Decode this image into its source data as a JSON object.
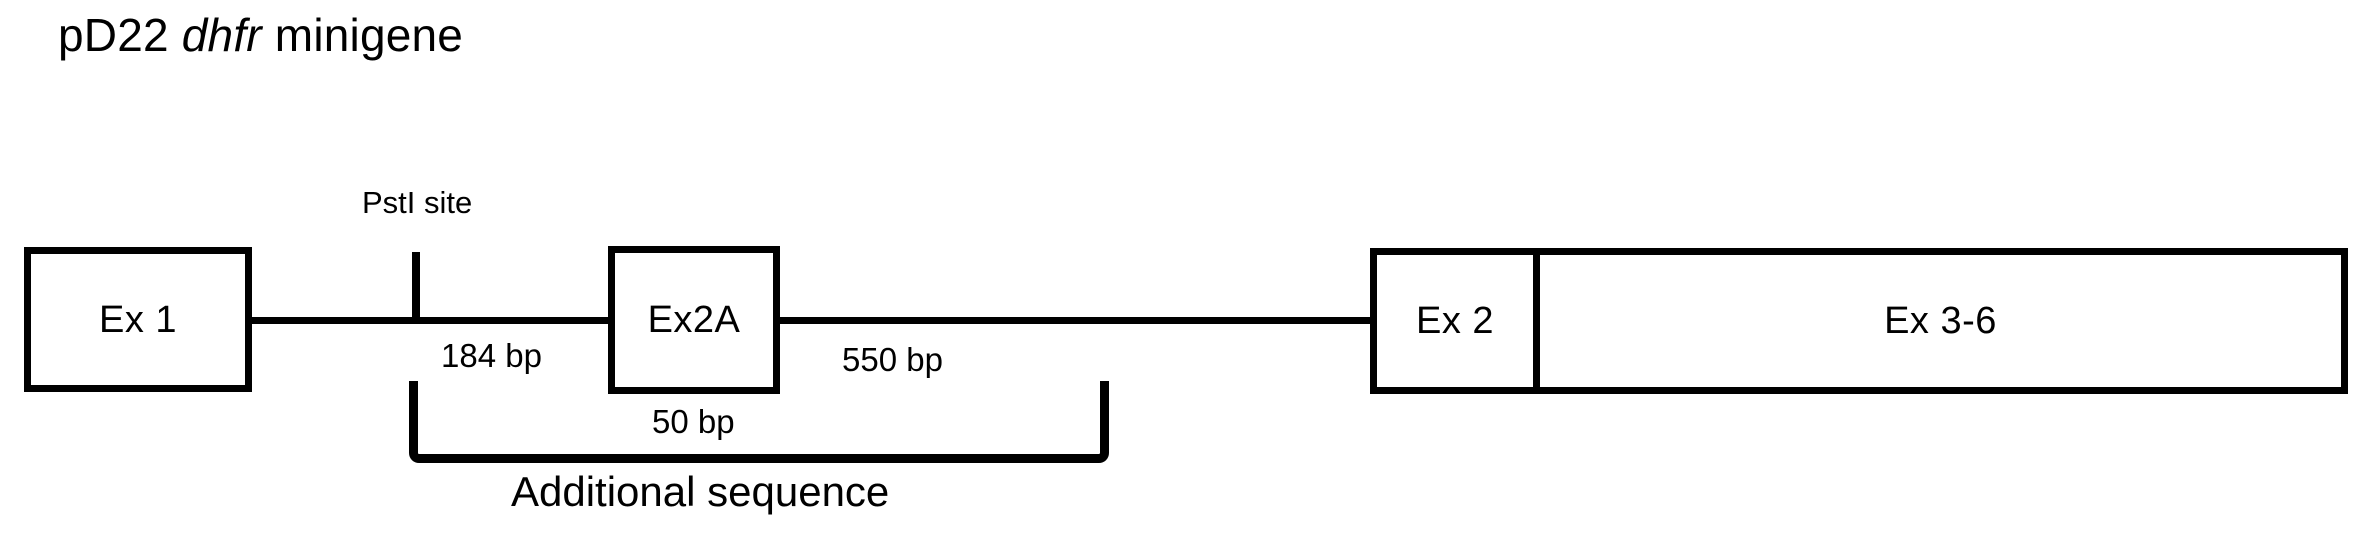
{
  "figure": {
    "title_prefix": "pD22 ",
    "title_italic": "dhfr",
    "title_suffix": " minigene",
    "background_color": "#ffffff",
    "stroke_color": "#000000"
  },
  "diagram": {
    "type": "gene-construct-map",
    "exons": [
      {
        "id": "ex1",
        "label": "Ex 1"
      },
      {
        "id": "ex2a",
        "label": "Ex2A"
      },
      {
        "id": "ex2",
        "label": "Ex 2"
      },
      {
        "id": "ex36",
        "label": "Ex 3-6"
      }
    ],
    "restriction_site": {
      "name": "PstI site",
      "label": "PstI site"
    },
    "measurements": [
      {
        "id": "len-184",
        "label": "184 bp",
        "value": 184,
        "unit": "bp",
        "span": "PstI site to Ex2A"
      },
      {
        "id": "len-50",
        "label": "50 bp",
        "value": 50,
        "unit": "bp",
        "span": "Ex2A length"
      },
      {
        "id": "len-550",
        "label": "550 bp",
        "value": 550,
        "unit": "bp",
        "span": "Ex2A to Ex 2"
      }
    ],
    "bracket": {
      "label": "Additional sequence",
      "covers": "184 bp + 50 bp + 550 bp"
    }
  }
}
